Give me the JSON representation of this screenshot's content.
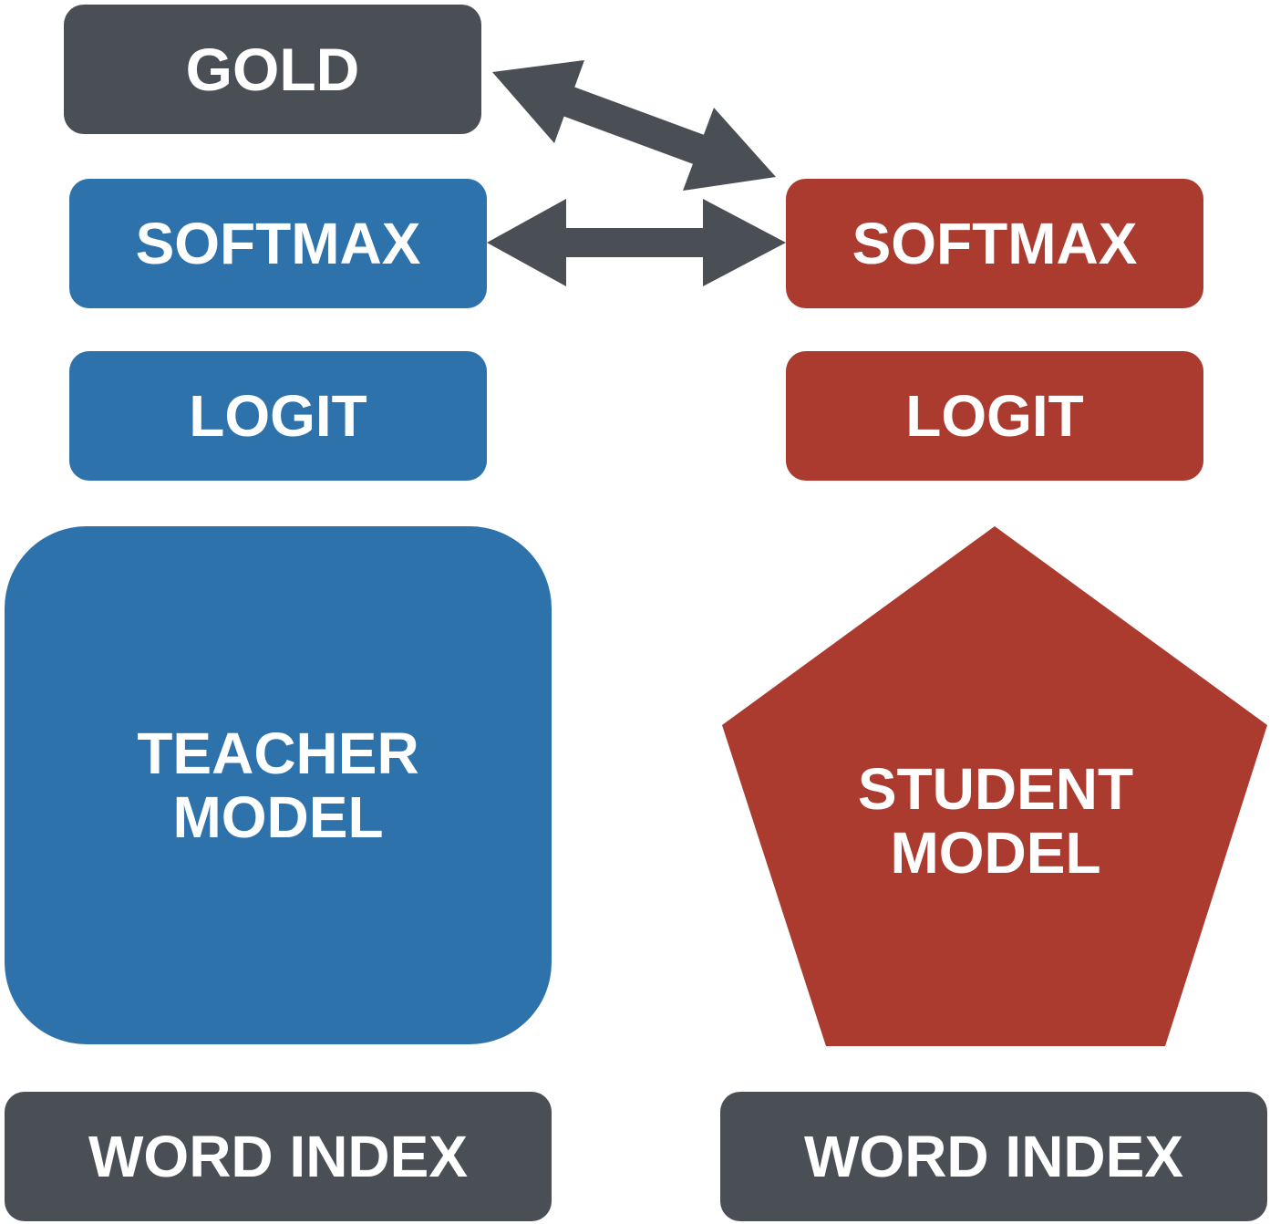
{
  "gold": {
    "label": "GOLD"
  },
  "teacher": {
    "softmax_label": "SOFTMAX",
    "logit_label": "LOGIT",
    "model_line1": "TEACHER",
    "model_line2": "MODEL",
    "word_index_label": "WORD INDEX"
  },
  "student": {
    "softmax_label": "SOFTMAX",
    "logit_label": "LOGIT",
    "model_line1": "STUDENT",
    "model_line2": "MODEL",
    "word_index_label": "WORD INDEX"
  },
  "colors": {
    "teacher": "#2d72ab",
    "student": "#ab3a2f",
    "neutral": "#4a4f55",
    "arrow": "#4a4f55"
  }
}
